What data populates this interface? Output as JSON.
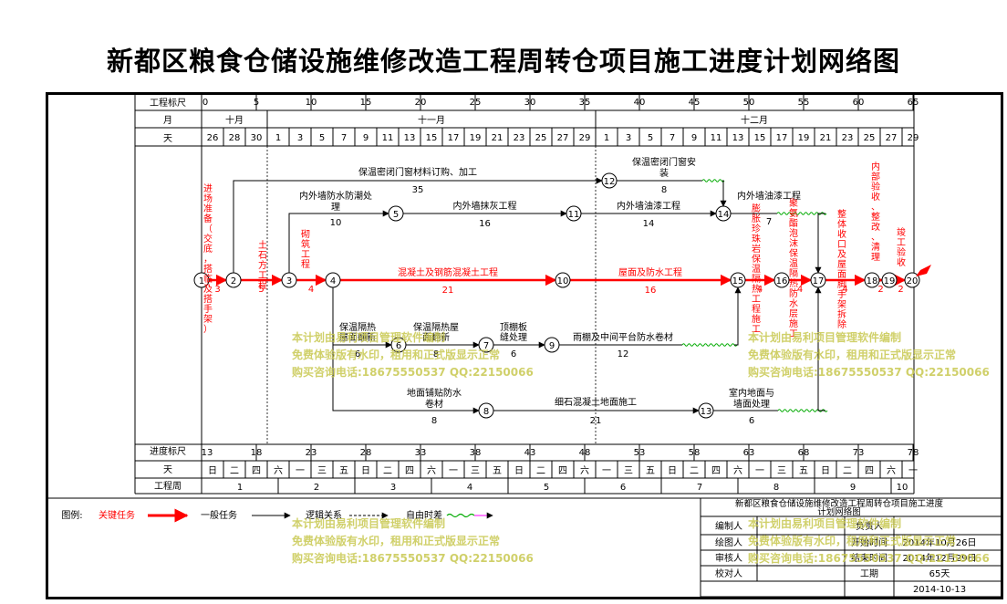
{
  "title": "新都区粮食仓储设施维修改造工程周转仓项目施工进度计划网络图",
  "header": {
    "scale_label": "工程标尺",
    "month_label": "月",
    "day_label": "天",
    "scale_ticks": [
      "0",
      "5",
      "10",
      "15",
      "20",
      "25",
      "30",
      "35",
      "40",
      "45",
      "50",
      "55",
      "60",
      "65"
    ],
    "months": [
      "十月",
      "十一月",
      "十二月"
    ],
    "days": [
      "26",
      "28",
      "30",
      "1",
      "3",
      "5",
      "7",
      "9",
      "11",
      "13",
      "15",
      "17",
      "19",
      "21",
      "23",
      "25",
      "27",
      "29",
      "1",
      "3",
      "5",
      "7",
      "9",
      "11",
      "13",
      "15",
      "17",
      "19",
      "21",
      "23",
      "25",
      "27",
      "29"
    ]
  },
  "footer": {
    "progress_label": "进度标尺",
    "day_label": "天",
    "week_label": "工程周",
    "progress_ticks": [
      "13",
      "18",
      "23",
      "28",
      "33",
      "38",
      "43",
      "48",
      "53",
      "58",
      "63",
      "68",
      "73",
      "78"
    ],
    "weekdays": [
      "日",
      "二",
      "四",
      "六",
      "一",
      "三",
      "五",
      "日",
      "二",
      "四",
      "六",
      "一",
      "三",
      "五",
      "日",
      "二",
      "四",
      "六",
      "一",
      "三",
      "五",
      "日",
      "二",
      "四",
      "六",
      "一",
      "三",
      "五",
      "日",
      "二",
      "四",
      "六",
      "一"
    ],
    "weeks": [
      "1",
      "2",
      "3",
      "4",
      "5",
      "6",
      "7",
      "8",
      "9",
      "10"
    ]
  },
  "legend": {
    "label": "图例:",
    "critical": "关键任务",
    "general": "一般任务",
    "logic": "逻辑关系",
    "float": "自由时差"
  },
  "info_table": {
    "project": "新都区粮食仓储设施维修改造工程周转仓项目施工进度计划网络图",
    "editor_label": "编制人",
    "leader_label": "负责人",
    "drawer_label": "绘图人",
    "start_label": "开始时间",
    "start_value": "2014年10月26日",
    "reviewer_label": "审核人",
    "end_label": "结束时间",
    "end_value": "2014年12月29日",
    "checker_label": "校对人",
    "duration_label": "工期",
    "duration_value": "65天",
    "date": "2014-10-13"
  },
  "watermark": {
    "line1": "本计划由易利项目管理软件编制",
    "line2": "免费体验版有水印，租用和正式版显示正常",
    "line3": "购买咨询电话:18675550537 QQ:22150066"
  },
  "colors": {
    "critical": "#ff0000",
    "general": "#000000",
    "float": "#00b000",
    "watermark": "#c8c850"
  },
  "chart_data": {
    "type": "network",
    "title": "新都区粮食仓储设施维修改造工程周转仓项目施工进度计划网络图",
    "time_unit": "天",
    "total_duration": 65,
    "nodes": [
      {
        "id": "1",
        "t": 0
      },
      {
        "id": "2",
        "t": 3
      },
      {
        "id": "3",
        "t": 8
      },
      {
        "id": "4",
        "t": 12
      },
      {
        "id": "5",
        "t": 18
      },
      {
        "id": "6",
        "t": 18
      },
      {
        "id": "7",
        "t": 26
      },
      {
        "id": "8",
        "t": 26
      },
      {
        "id": "9",
        "t": 32
      },
      {
        "id": "10",
        "t": 33
      },
      {
        "id": "11",
        "t": 34
      },
      {
        "id": "12",
        "t": 38
      },
      {
        "id": "13",
        "t": 47
      },
      {
        "id": "14",
        "t": 48
      },
      {
        "id": "15",
        "t": 49
      },
      {
        "id": "16",
        "t": 53
      },
      {
        "id": "17",
        "t": 57
      },
      {
        "id": "18",
        "t": 61
      },
      {
        "id": "19",
        "t": 63
      },
      {
        "id": "20",
        "t": 65
      }
    ],
    "tasks": [
      {
        "from": "1",
        "to": "2",
        "name": "进场准备（交底，搭临及搭手架）",
        "duration": "3",
        "critical": true
      },
      {
        "from": "2",
        "to": "3",
        "name": "土石方工程",
        "duration": "5",
        "critical": true
      },
      {
        "from": "3",
        "to": "4",
        "name": "砌筑工程",
        "duration": "4",
        "critical": true
      },
      {
        "from": "4",
        "to": "10",
        "name": "混凝土及钢筋混凝土工程",
        "duration": "21",
        "critical": true
      },
      {
        "from": "10",
        "to": "15",
        "name": "屋面及防水工程",
        "duration": "16",
        "critical": true
      },
      {
        "from": "15",
        "to": "16",
        "name": "膨胀珍珠岩保温隔热工程施工",
        "duration": "4",
        "critical": true
      },
      {
        "from": "16",
        "to": "17",
        "name": "聚氨酯泡沫保温隔热防水层施工",
        "duration": "4",
        "critical": true
      },
      {
        "from": "17",
        "to": "18",
        "name": "整体收口及屋面脚手架拆除",
        "duration": "4",
        "critical": true
      },
      {
        "from": "18",
        "to": "19",
        "name": "内部验收、整改、清理",
        "duration": "2",
        "critical": true
      },
      {
        "from": "19",
        "to": "20",
        "name": "竣工验收",
        "duration": "2",
        "critical": true
      },
      {
        "from": "2",
        "to": "12",
        "name": "保温密闭门窗材料订购、加工",
        "duration": "35",
        "critical": false
      },
      {
        "from": "12",
        "to": "14",
        "name": "保温密闭门窗安装",
        "duration": "8",
        "critical": false
      },
      {
        "from": "3",
        "to": "5",
        "name": "内外墙防水防潮处理",
        "duration": "10",
        "critical": false
      },
      {
        "from": "5",
        "to": "11",
        "name": "内外墙抹灰工程",
        "duration": "16",
        "critical": false
      },
      {
        "from": "11",
        "to": "14",
        "name": "内外墙油漆工程",
        "duration": "14",
        "critical": false
      },
      {
        "from": "14",
        "to": "17",
        "name": "内外墙油漆工程",
        "duration": "7",
        "critical": false
      },
      {
        "from": "4",
        "to": "6",
        "name": "保温隔热屋面翻新",
        "duration": "6",
        "critical": false
      },
      {
        "from": "6",
        "to": "7",
        "name": "保温隔热屋面翻新",
        "duration": "8",
        "critical": false
      },
      {
        "from": "7",
        "to": "9",
        "name": "顶棚板缝处理",
        "duration": "6",
        "critical": false
      },
      {
        "from": "9",
        "to": "15",
        "name": "雨棚及中间平台防水卷材",
        "duration": "12",
        "critical": false
      },
      {
        "from": "4",
        "to": "8",
        "name": "地面铺贴防水卷材",
        "duration": "8",
        "critical": false
      },
      {
        "from": "8",
        "to": "13",
        "name": "细石混凝土地面施工",
        "duration": "21",
        "critical": false
      },
      {
        "from": "13",
        "to": "17",
        "name": "室内地面与墙面处理",
        "duration": "6",
        "critical": false
      }
    ]
  }
}
